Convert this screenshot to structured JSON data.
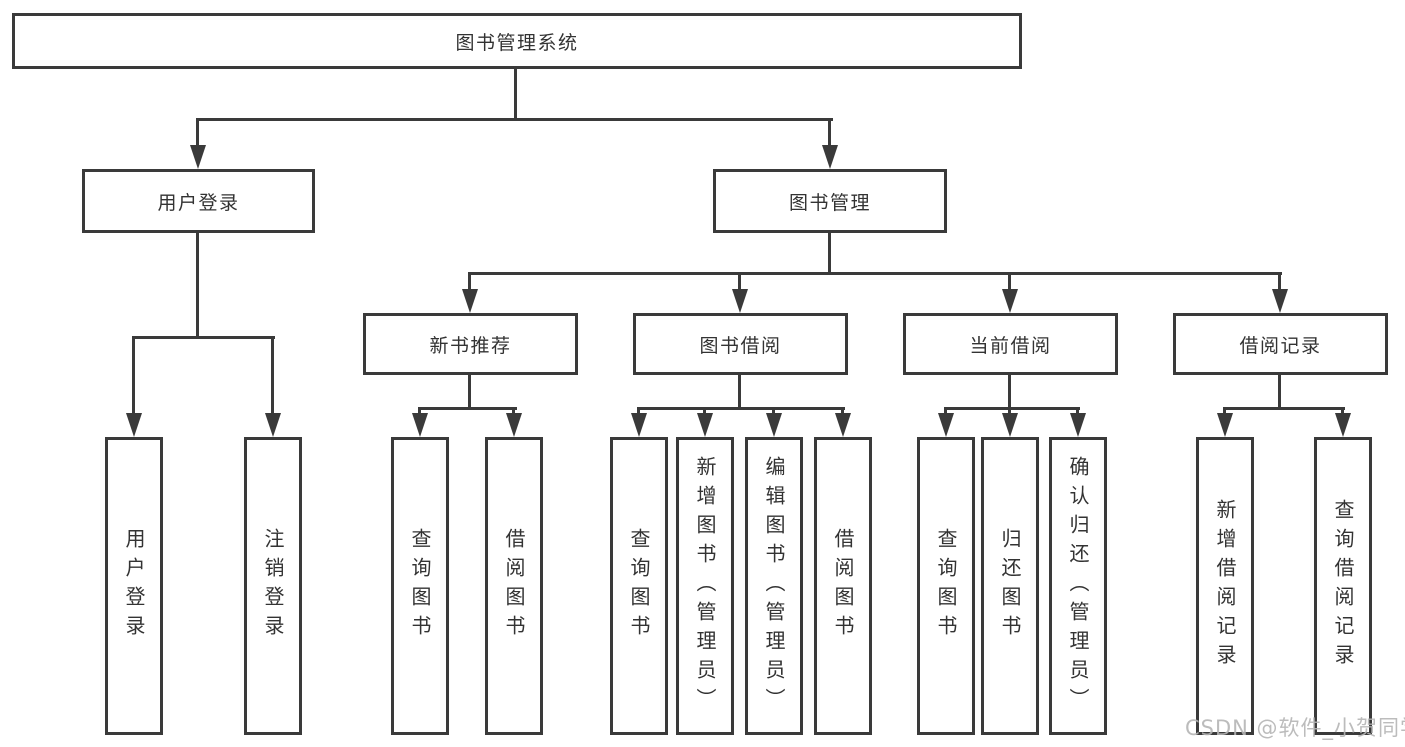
{
  "tree": {
    "root": {
      "label": "图书管理系统"
    },
    "branches": [
      {
        "label": "用户登录",
        "children": [
          {
            "label": "用户登录"
          },
          {
            "label": "注销登录"
          }
        ]
      },
      {
        "label": "图书管理",
        "children": [
          {
            "label": "新书推荐",
            "children": [
              {
                "label": "查询图书"
              },
              {
                "label": "借阅图书"
              }
            ]
          },
          {
            "label": "图书借阅",
            "children": [
              {
                "label": "查询图书"
              },
              {
                "label": "新增图书（管理员）"
              },
              {
                "label": "编辑图书（管理员）"
              },
              {
                "label": "借阅图书"
              }
            ]
          },
          {
            "label": "当前借阅",
            "children": [
              {
                "label": "查询图书"
              },
              {
                "label": "归还图书"
              },
              {
                "label": "确认归还（管理员）"
              }
            ]
          },
          {
            "label": "借阅记录",
            "children": [
              {
                "label": "新增借阅记录"
              },
              {
                "label": "查询借阅记录"
              }
            ]
          }
        ]
      }
    ]
  },
  "watermark": "CSDN @软件_小贺同学",
  "colors": {
    "line": "#3a3a3a",
    "text": "#333333",
    "box_bg": "#ffffff",
    "page_bg": "#ffffff",
    "watermark": "#b5b5b5"
  }
}
